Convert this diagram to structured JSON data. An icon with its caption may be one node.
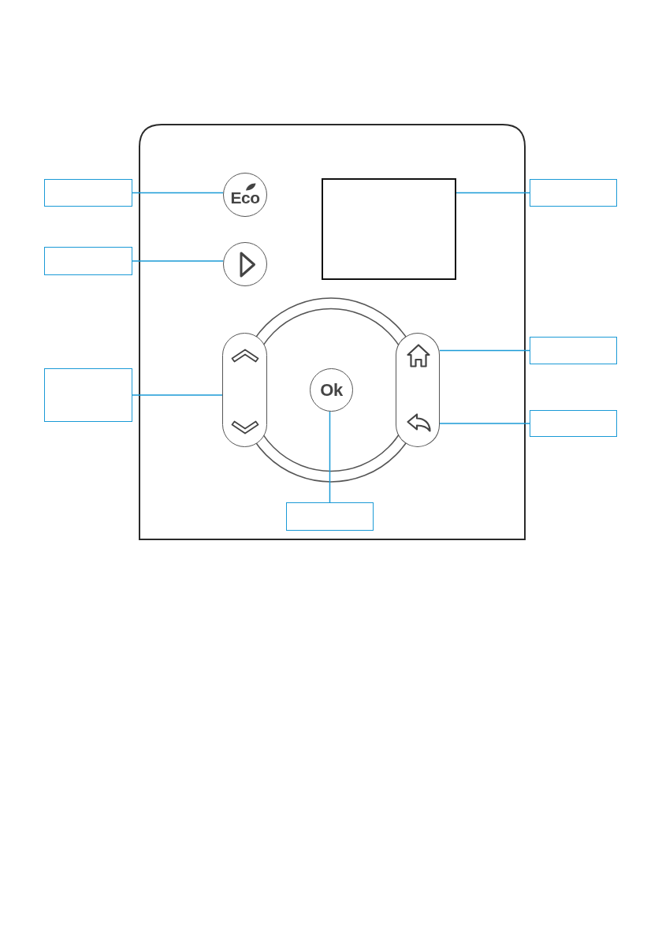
{
  "diagram": {
    "nodes": [
      {
        "text": [],
        "shape": "box"
      },
      {
        "text": [
          "Eco"
        ]
      },
      {
        "text": [],
        "shape": "box"
      },
      {
        "text": [],
        "shape": "box"
      },
      {
        "text": [],
        "shape": "box"
      },
      {
        "text": [],
        "shape": "circle"
      },
      {
        "text": [],
        "shape": "box"
      },
      {
        "text": [],
        "shape": "bar"
      },
      {
        "text": [
          "Ok"
        ]
      },
      {
        "text": [],
        "shape": "bar"
      },
      {
        "text": [],
        "shape": "box"
      },
      {
        "text": [],
        "shape": "bar"
      },
      {
        "text": [],
        "shape": "box"
      },
      {
        "text": [],
        "shape": "box"
      }
    ],
    "edges": [
      {
        "from": 0,
        "to": 1,
        "arrow": "none"
      },
      {
        "from": 3,
        "to": 2,
        "arrow": "none"
      },
      {
        "from": 4,
        "to": 5,
        "arrow": "none"
      },
      {
        "from": 6,
        "to": 7,
        "arrow": "none"
      },
      {
        "from": 10,
        "to": 9,
        "arrow": "none"
      },
      {
        "from": 12,
        "to": 11,
        "arrow": "none"
      },
      {
        "from": 13,
        "to": 8,
        "arrow": "none"
      }
    ]
  }
}
